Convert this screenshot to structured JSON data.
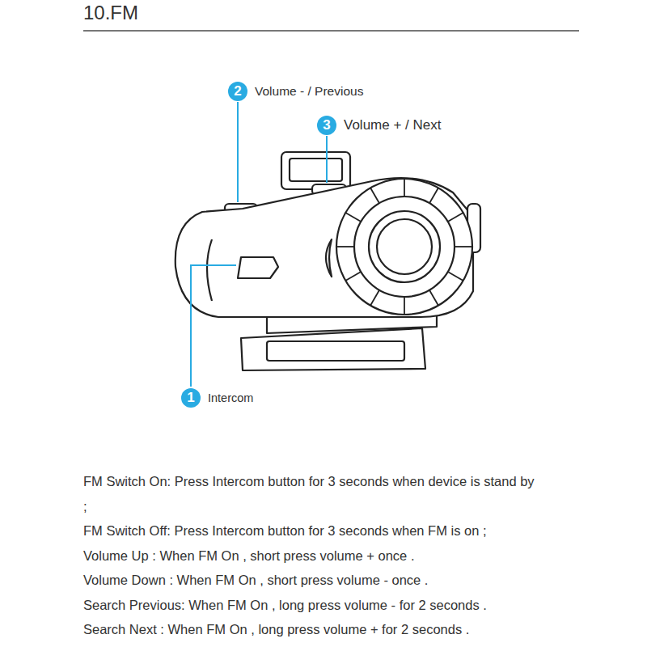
{
  "diagram": {
    "title": "10.FM",
    "nodes": [
      {
        "text": [
          "2",
          "Volume - / Previous"
        ]
      },
      {
        "text": [
          "3",
          "Volume + / Next"
        ]
      },
      {
        "text": [
          "1",
          "Intercom"
        ]
      }
    ],
    "labels": [
      "FM Switch On: Press Intercom button for 3 seconds when device is stand by ;",
      "FM Switch Off: Press Intercom button for 3 seconds when FM is on ;",
      "Volume Up : When FM On , short press volume + once .",
      "Volume Down : When FM On , short press volume - once .",
      "Search Previous: When FM On , long press volume - for 2 seconds .",
      "Search Next : When FM On , long press volume + for 2 seconds ."
    ]
  }
}
